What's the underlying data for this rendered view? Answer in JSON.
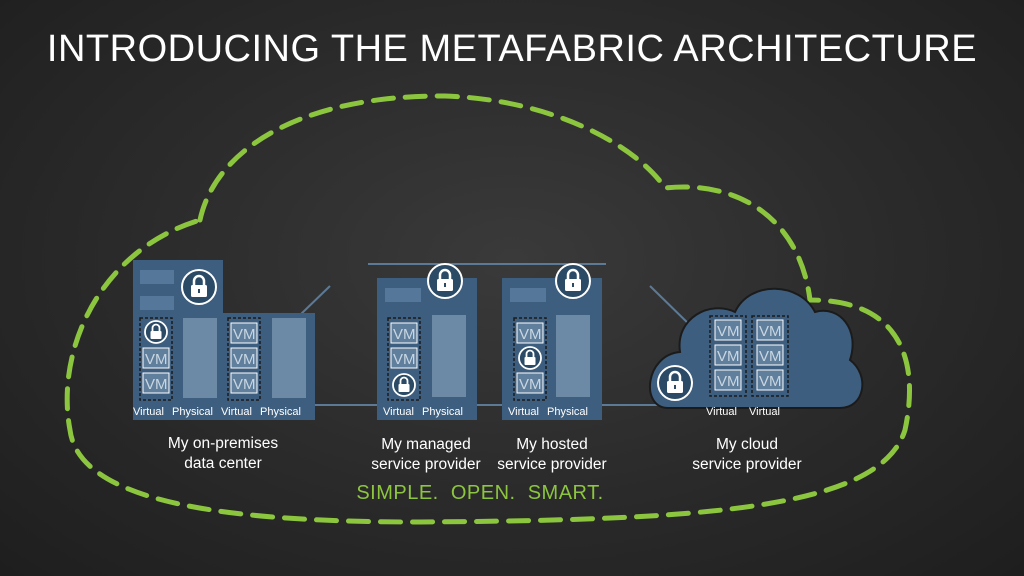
{
  "title": "INTRODUCING THE METAFABRIC ARCHITECTURE",
  "colors": {
    "accent_green": "#8cc63f",
    "panel_blue": "#3d5e7e",
    "vm_blue": "#5f7f9c"
  },
  "vm_label": "VM",
  "tags": {
    "virtual": "Virtual",
    "physical": "Physical"
  },
  "locations": [
    {
      "line1": "My on-premises",
      "line2": "data center"
    },
    {
      "line1": "My managed",
      "line2": "service provider"
    },
    {
      "line1": "My hosted",
      "line2": "service provider"
    },
    {
      "line1": "My cloud",
      "line2": "service provider"
    }
  ],
  "slogan": "SIMPLE.  OPEN.  SMART.",
  "icons": [
    "lock-icon",
    "cloud-icon",
    "server-rack-icon"
  ]
}
